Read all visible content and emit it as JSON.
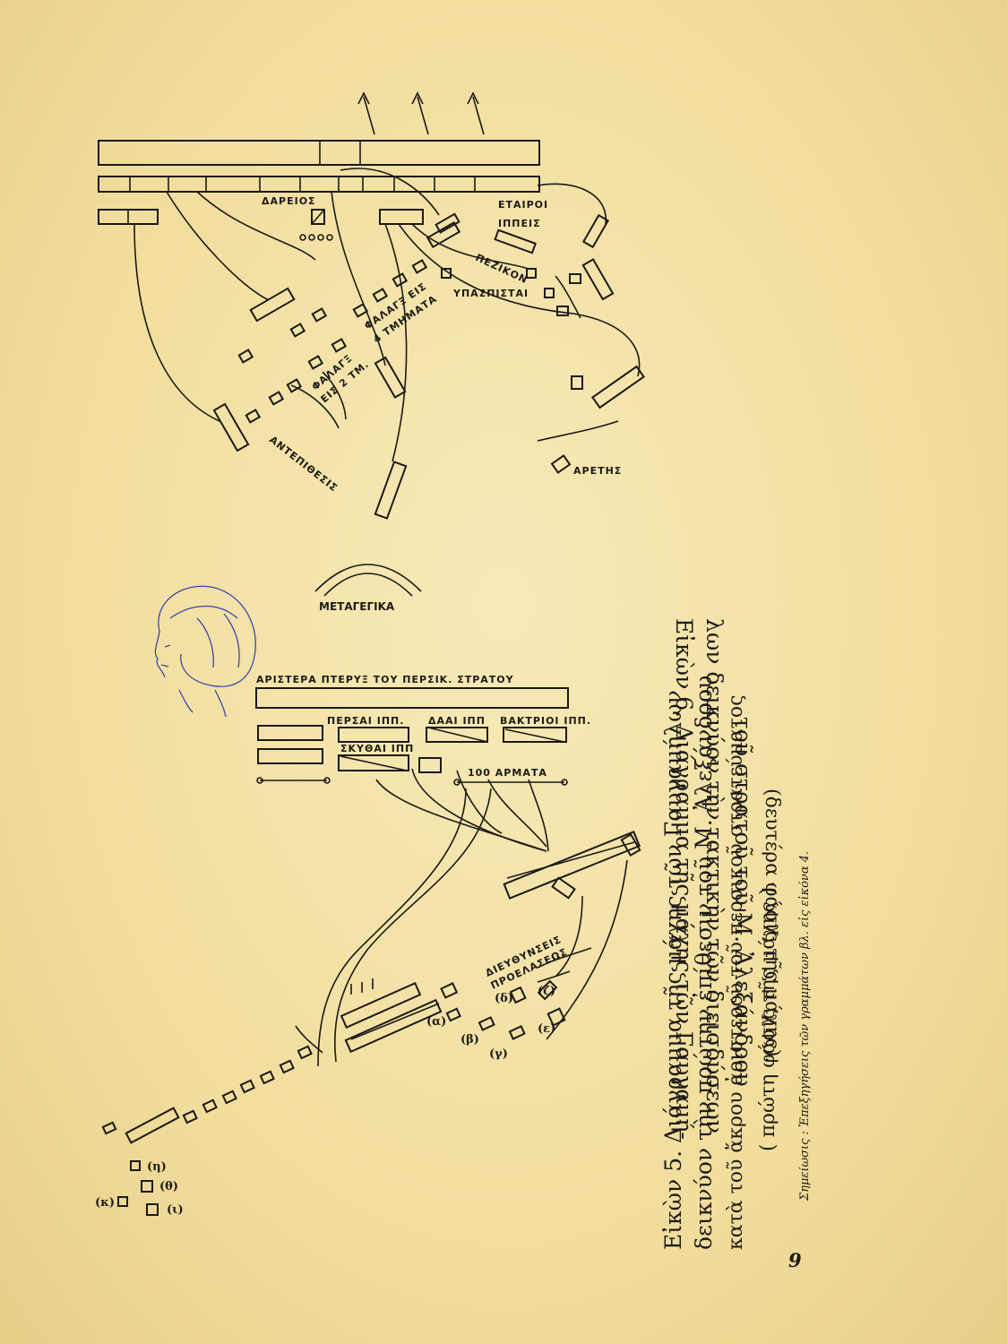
{
  "captions": {
    "fig5": [
      "Εἰκὼν 5. Διάγραμμα τῆς μάχης τῶν Γαυγαμήλων",
      "δεικνύον τὴν πρώτην ἐπίθεσιν τοῦ Μ. Ἀλεξάνδρου",
      "κατὰ τοῦ ἄκρου ἀριστεροῦ τοῦ περσικοῦ στρατεύματος",
      "( πρώτη φάσις τῆς μάχης )."
    ],
    "fig6": [
      "Εἰκὼν 6. Διάγραμμα τῆς μάχης τῶν Γαυγαμή-",
      "λων δεικνύον τὴν τακτικὴν τῶν διεισδύσεων",
      "τοῦ στρατοῦ τοῦ Μ. Ἀλεξάνδρου",
      "(δευτέρα φάσις τῆς μάχης)."
    ],
    "note": "Σημείωσις : Ἐπεξηγήσεις τῶν γραμμάτων βλ. εἰς εἰκόνα 4."
  },
  "page_number": "9",
  "diagram6_labels": {
    "darius": "ΔΑΡΕΙΟΣ",
    "etairoi": "ΕΤΑΙΡΟΙ",
    "ippeis": "ΙΠΠΕΙΣ",
    "pezikon": "ΠΕΖΙΚΟΝ",
    "hypaspistai": "ΥΠΑΣΠΙΣΤΑΙ",
    "phalanx4": "ΦΑΛΑΓΞ ΕΙΣ",
    "phalanx4b": "4 ΤΜΗΜΑΤΑ",
    "phalanx2": "ΦΑΛΑΓΞ",
    "phalanx2b": "ΕΙΣ 2 ΤΜ.",
    "antepithesis": "ΑΝΤΕΠΙΘΕΣΙΣ",
    "aretes": "ΑΡΕΤΗΣ"
  },
  "diagram5_labels": {
    "left_wing": "ΑΡΙΣΤΕΡΑ ΠΤΕΡΥΞ ΤΟΥ ΠΕΡΣΙΚ. ΣΤΡΑΤΟΥ",
    "persai": "ΠΕΡΣΑΙ ΙΠΠ.",
    "daai": "ΔΑΑΙ ΙΠΠ",
    "baktrioi": "ΒΑΚΤΡΙΟΙ ΙΠΠ.",
    "skythai": "ΣΚΥΘΑΙ ΙΠΠ",
    "chariots": "100 ΑΡΜΑΤΑ",
    "directions": "ΔΙΕΥΘΥΝΣΕΙΣ",
    "advances": "ΠΡΟΕΛΑΣΕΩΣ",
    "letters": [
      "(α)",
      "(β)",
      "(γ)",
      "(δ)",
      "(ε)",
      "(ζ)",
      "(η)",
      "(θ)",
      "(ι)",
      "(κ)"
    ]
  },
  "handwriting": "ΜΕΤΑΓΕΓΙΚΑ"
}
